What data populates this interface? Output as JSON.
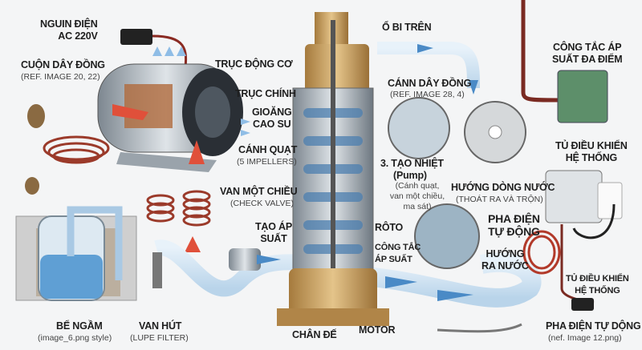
{
  "labels": {
    "power_source": [
      "NGUIN ĐIỆN",
      "AC 220V"
    ],
    "copper_coil": {
      "title": "CUỘN DÂY ĐỒNG",
      "ref": "(REF. IMAGE 20, 22)"
    },
    "motor_shaft": "TRỤC ĐỘNG CƠ",
    "main_shaft": "TRỤC CHÍNH",
    "rubber_gasket": [
      "GIOĂNG",
      "CAO SU"
    ],
    "impeller": {
      "title": "CÁNH QUẠT",
      "ref": "(5 IMPELLERS)"
    },
    "check_valve": {
      "title": "VAN MỘT CHIỀU",
      "ref": "(CHECK VALVE)"
    },
    "pressure_create": [
      "TẠO ÁP",
      "SUẤT"
    ],
    "tank": {
      "title": "BỂ NGẦM",
      "ref": "(image_6.png style)"
    },
    "suction_valve": {
      "title": "VAN HÚT",
      "ref": "(LUPE FILTER)"
    },
    "base": "CHÂN ĐẾ",
    "motor": "MOTOR",
    "upper_bearing": "Ổ BI TRÊN",
    "copper_blade": {
      "title": "CÁNN DÂY ĐỒNG",
      "ref": "(REF. IMAGE 28, 4)"
    },
    "heat": {
      "title": "3. TẠO NHIỆT",
      "pump": "(Pump)",
      "notes": [
        "(Cánh quạt,",
        "van một chiều,",
        "ma sát)"
      ]
    },
    "rotor": "RÔTO",
    "pressure_switch": [
      "CÔNG TẮC",
      "ÁP SUẤT"
    ],
    "auto_phase": [
      "PHA ĐIỆN",
      "TỰ ĐỘNG"
    ],
    "outflow": [
      "HƯỚNG",
      "RA NƯỚC"
    ],
    "flow_direction": {
      "title": "HƯỚNG DÒNG NƯỚC",
      "ref": "(THOÁT RA VÀ TRỘN)"
    },
    "multi_switch": [
      "CÔNG TẮC ÁP",
      "SUẤT ĐA ĐIỂM"
    ],
    "control_box_top": [
      "TỦ ĐIỀU KHIỂN",
      "HỆ THỐNG"
    ],
    "control_box_bottom": [
      "TỦ ĐIỀU KHIỂN",
      "HỆ THỐNG"
    ],
    "auto_phase_plug": {
      "title": "PHA ĐIỆN TỰ DỘNG",
      "ref": "(nef. Image 12.png)"
    }
  },
  "colors": {
    "water": "#6aa6d8",
    "brass": "#c9a063",
    "copper": "#9b3a2a",
    "heat_arrow": "#e0503a"
  }
}
